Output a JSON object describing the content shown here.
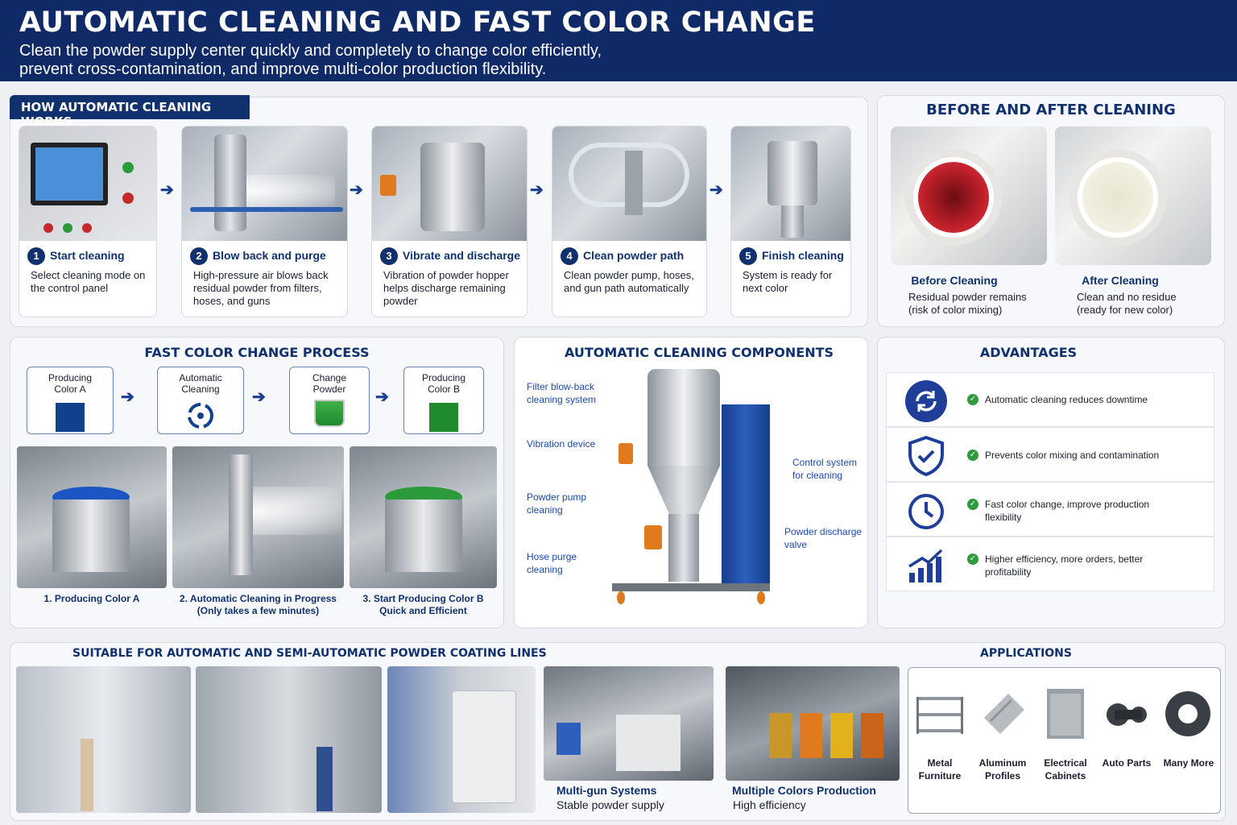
{
  "header": {
    "title": "AUTOMATIC CLEANING AND FAST COLOR CHANGE",
    "subtitle_line1": "Clean the powder supply center quickly and completely to change color efficiently,",
    "subtitle_line2": "prevent cross-contamination, and improve multi-color production flexibility."
  },
  "how": {
    "tag": "HOW AUTOMATIC CLEANING WORKS",
    "steps": [
      {
        "num": "1",
        "title": "Start cleaning",
        "desc": "Select cleaning mode on the control panel"
      },
      {
        "num": "2",
        "title": "Blow back and purge",
        "desc": "High-pressure air blows back residual powder from filters, hoses, and guns"
      },
      {
        "num": "3",
        "title": "Vibrate and discharge",
        "desc": "Vibration of powder hopper helps discharge remaining powder"
      },
      {
        "num": "4",
        "title": "Clean powder path",
        "desc": "Clean powder pump, hoses, and gun path automatically"
      },
      {
        "num": "5",
        "title": "Finish cleaning",
        "desc": "System is ready for next color"
      }
    ]
  },
  "before_after": {
    "title": "BEFORE AND AFTER CLEANING",
    "before_label": "Before Cleaning",
    "before_desc1": "Residual powder remains",
    "before_desc2": "(risk of color mixing)",
    "after_label": "After Cleaning",
    "after_desc1": "Clean and no residue",
    "after_desc2": "(ready for new color)"
  },
  "fast": {
    "title": "FAST COLOR CHANGE PROCESS",
    "boxes": [
      {
        "l1": "Producing",
        "l2": "Color A",
        "color": "#12408f"
      },
      {
        "l1": "Automatic",
        "l2": "Cleaning"
      },
      {
        "l1": "Change",
        "l2": "Powder"
      },
      {
        "l1": "Producing",
        "l2": "Color B",
        "color": "#1f8a2e"
      }
    ],
    "captions": [
      {
        "l1": "1. Producing Color A",
        "l2": ""
      },
      {
        "l1": "2. Automatic Cleaning in Progress",
        "l2": "(Only takes a few minutes)"
      },
      {
        "l1": "3. Start Producing Color B",
        "l2": "Quick and Efficient"
      }
    ]
  },
  "components": {
    "title": "AUTOMATIC CLEANING COMPONENTS",
    "labels": [
      {
        "l1": "Filter blow-back",
        "l2": "cleaning system"
      },
      {
        "l1": "Vibration device",
        "l2": ""
      },
      {
        "l1": "Powder pump",
        "l2": "cleaning"
      },
      {
        "l1": "Hose purge",
        "l2": "cleaning"
      },
      {
        "l1": "Control system",
        "l2": "for cleaning"
      },
      {
        "l1": "Powder discharge",
        "l2": "valve"
      }
    ]
  },
  "advantages": {
    "title": "ADVANTAGES",
    "items": [
      {
        "icon": "refresh-icon",
        "l1": "Automatic cleaning reduces downtime",
        "l2": ""
      },
      {
        "icon": "shield-check-icon",
        "l1": "Prevents color mixing and contamination",
        "l2": ""
      },
      {
        "icon": "clock-refresh-icon",
        "l1": "Fast color change, improve production",
        "l2": "flexibility"
      },
      {
        "icon": "growth-chart-icon",
        "l1": "Higher efficiency, more orders, better",
        "l2": "profitability"
      }
    ]
  },
  "suitable": {
    "title": "SUITABLE FOR AUTOMATIC AND SEMI-AUTOMATIC POWDER COATING LINES",
    "cap_a1": "Multi-gun Systems",
    "cap_a2": "Stable powder supply",
    "cap_b1": "Multiple Colors Production",
    "cap_b2": "High efficiency"
  },
  "applications": {
    "title": "APPLICATIONS",
    "items": [
      {
        "l1": "Metal",
        "l2": "Furniture"
      },
      {
        "l1": "Aluminum",
        "l2": "Profiles"
      },
      {
        "l1": "Electrical",
        "l2": "Cabinets"
      },
      {
        "l1": "Auto Parts",
        "l2": ""
      },
      {
        "l1": "Many More",
        "l2": ""
      }
    ]
  }
}
